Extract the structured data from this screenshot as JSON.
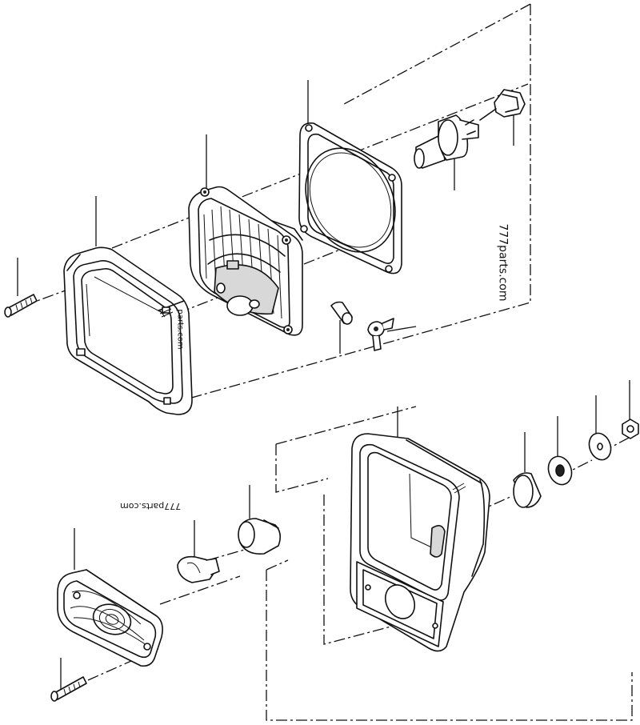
{
  "watermarks": {
    "right": "777parts.com",
    "center": "777parts.com",
    "small": "parts.com"
  }
}
